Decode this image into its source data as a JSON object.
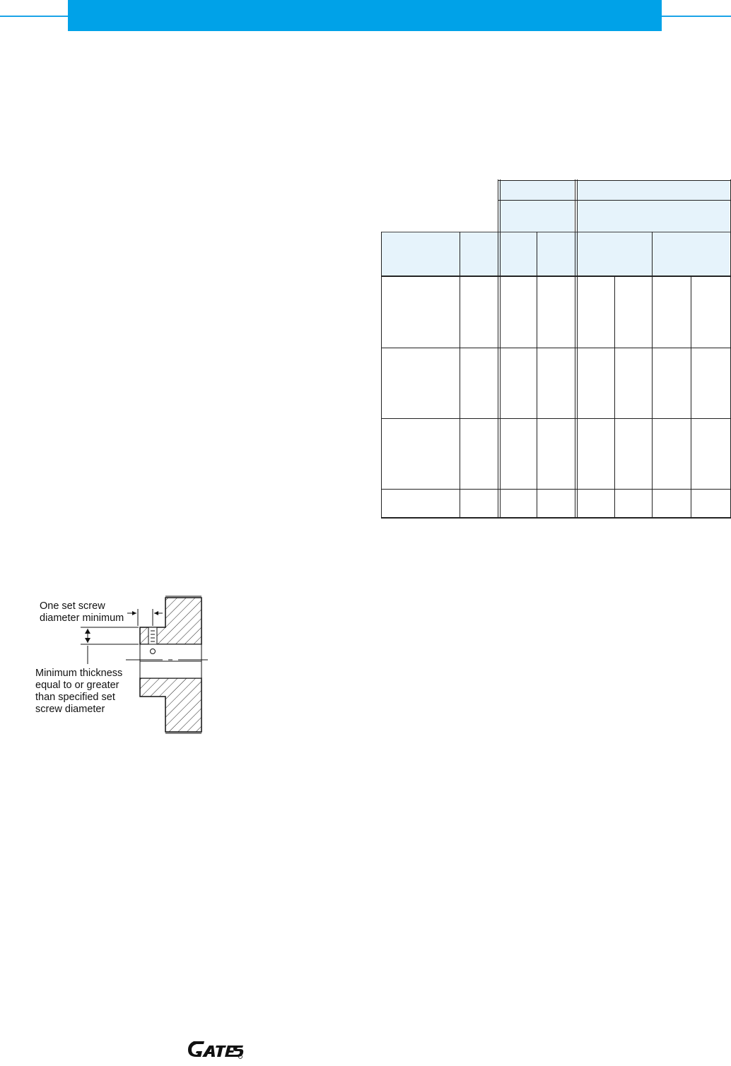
{
  "colors": {
    "accent": "#00a2e8",
    "table_header_fill": "#e6f3fb"
  },
  "diagram": {
    "label_set_screw_line1": "One set screw",
    "label_set_screw_line2": "diameter minimum",
    "label_thickness_line1": "Minimum thickness",
    "label_thickness_line2": "equal to or greater",
    "label_thickness_line3": "than specified set",
    "label_thickness_line4": "screw diameter"
  },
  "logo": {
    "name": "Gates",
    "icon": "gates-logo"
  }
}
